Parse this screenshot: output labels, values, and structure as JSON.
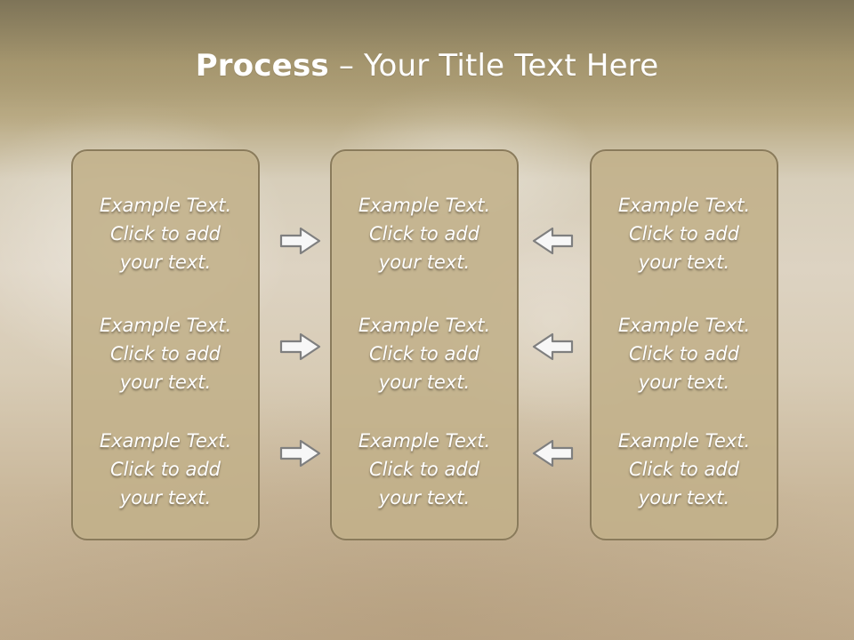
{
  "title": {
    "bold": "Process",
    "rest": " – Your Title Text Here"
  },
  "panels": [
    {
      "blocks": [
        {
          "lines": [
            "Example Text.",
            "Click  to add",
            "your text."
          ]
        },
        {
          "lines": [
            "Example Text.",
            "Click  to add",
            "your text."
          ]
        },
        {
          "lines": [
            "Example Text.",
            "Click  to add",
            "your text."
          ]
        }
      ]
    },
    {
      "blocks": [
        {
          "lines": [
            "Example Text.",
            "Click  to add",
            "your text."
          ]
        },
        {
          "lines": [
            "Example Text.",
            "Click  to add",
            "your text."
          ]
        },
        {
          "lines": [
            "Example Text.",
            "Click  to add",
            "your text."
          ]
        }
      ]
    },
    {
      "blocks": [
        {
          "lines": [
            "Example Text.",
            "Click  to add",
            "your text."
          ]
        },
        {
          "lines": [
            "Example Text.",
            "Click  to add",
            "your text."
          ]
        },
        {
          "lines": [
            "Example Text.",
            "Click  to add",
            "your text."
          ]
        }
      ]
    }
  ],
  "arrows": {
    "left_to_center_icon": "arrow-right-icon",
    "right_to_center_icon": "arrow-left-icon"
  },
  "colors": {
    "header": "#7e7458",
    "panel_fill": "#c2b18a",
    "panel_border": "#8a7b5b",
    "arrow_fill": "#f7f7f7",
    "arrow_border": "#7f7f7f",
    "text": "#ffffff"
  }
}
